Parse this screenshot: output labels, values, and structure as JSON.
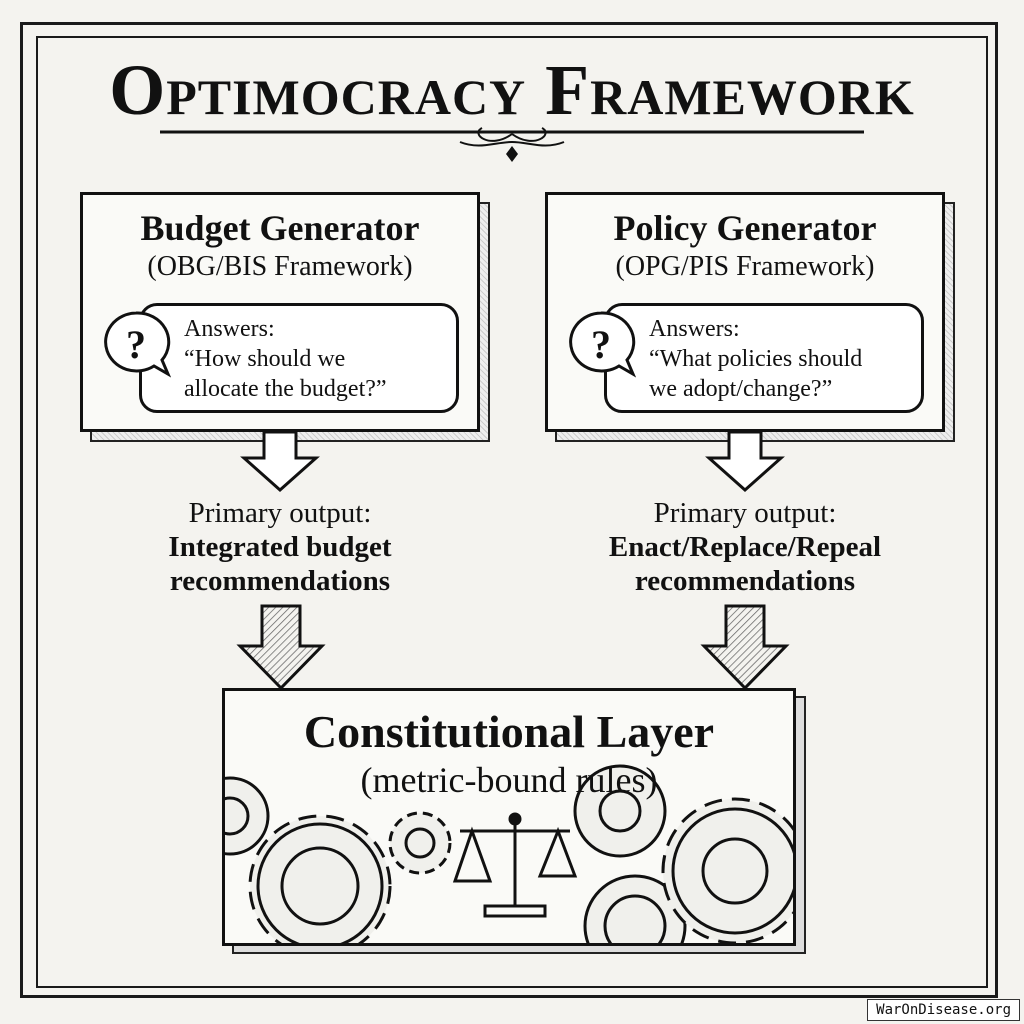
{
  "title": "Optimocracy Framework",
  "budget_generator": {
    "heading": "Budget Generator",
    "subheading": "(OBG/BIS Framework)",
    "answers_label": "Answers:",
    "question_line1": "“How should we",
    "question_line2": "allocate the budget?”",
    "output_label": "Primary output:",
    "output_line1": "Integrated budget",
    "output_line2": "recommendations"
  },
  "policy_generator": {
    "heading": "Policy Generator",
    "subheading": "(OPG/PIS Framework)",
    "answers_label": "Answers:",
    "question_line1": "“What policies should",
    "question_line2": "we adopt/change?”",
    "output_label": "Primary output:",
    "output_line1": "Enact/Replace/Repeal",
    "output_line2": "recommendations"
  },
  "constitutional_layer": {
    "heading": "Constitutional Layer",
    "subheading": "(metric-bound rules)"
  },
  "watermark": "WarOnDisease.org"
}
